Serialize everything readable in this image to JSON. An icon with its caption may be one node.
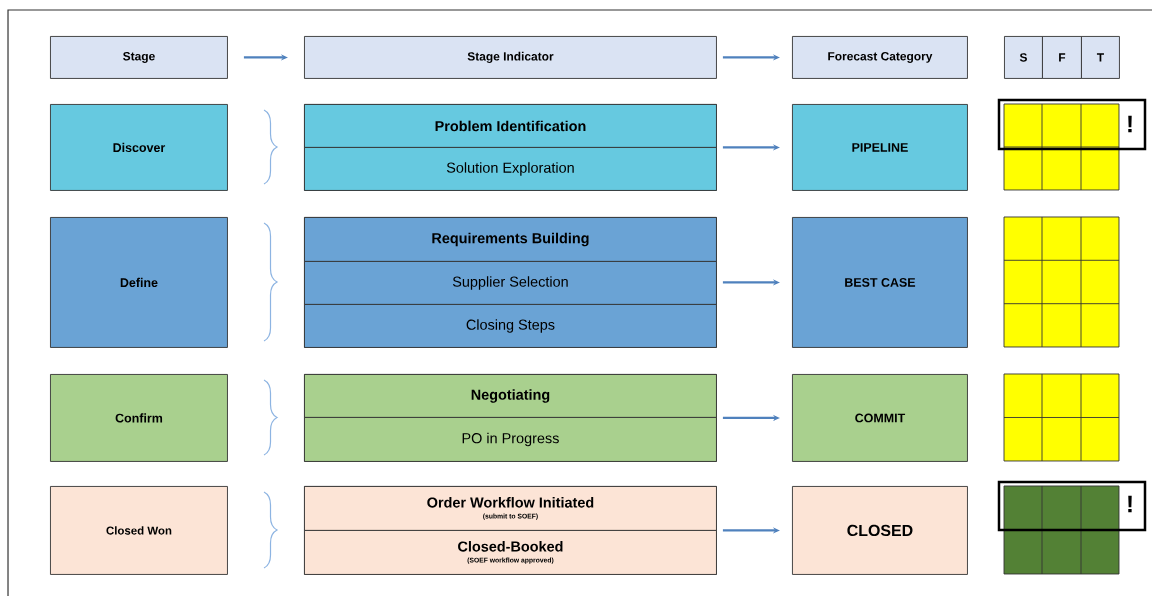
{
  "diagram": {
    "nodes": [
      {
        "text": [
          "Stage"
        ]
      },
      {
        "text": [
          "Stage Indicator"
        ]
      },
      {
        "text": [
          "Forecast Category"
        ]
      },
      {
        "text": [
          "S"
        ]
      },
      {
        "text": [
          "F"
        ]
      },
      {
        "text": [
          "T"
        ]
      },
      {
        "text": [
          "Discover"
        ]
      },
      {
        "text": [],
        "shape": "box"
      },
      {
        "text": [
          "Problem Identification"
        ],
        "in": 7
      },
      {
        "text": [
          "Solution Exploration"
        ],
        "in": 7
      },
      {
        "text": [
          "PIPELINE"
        ]
      },
      {
        "text": [
          "Define"
        ]
      },
      {
        "text": [],
        "shape": "box"
      },
      {
        "text": [
          "Requirements Building"
        ],
        "in": 12
      },
      {
        "text": [
          "Supplier Selection"
        ],
        "in": 12
      },
      {
        "text": [
          "Closing Steps"
        ],
        "in": 12
      },
      {
        "text": [
          "BEST CASE"
        ]
      },
      {
        "text": [
          "Confirm"
        ]
      },
      {
        "text": [],
        "shape": "box"
      },
      {
        "text": [
          "Negotiating"
        ],
        "in": 18
      },
      {
        "text": [
          "PO in Progress"
        ],
        "in": 18
      },
      {
        "text": [
          "COMMIT"
        ]
      },
      {
        "text": [
          "Closed Won"
        ]
      },
      {
        "text": [],
        "shape": "box"
      },
      {
        "text": [
          "Order Workflow Initiated",
          "(submit to SOEF)"
        ],
        "in": 23
      },
      {
        "text": [
          "Closed-Booked",
          "(SOEF workflow approved)"
        ],
        "in": 23
      },
      {
        "text": [
          "CLOSED"
        ]
      }
    ],
    "edges": [
      {
        "from": 0,
        "to": 1,
        "arrow": "to"
      },
      {
        "from": 1,
        "to": 2,
        "arrow": "to"
      },
      {
        "from": 7,
        "to": 10,
        "arrow": "to"
      },
      {
        "from": 12,
        "to": 16,
        "arrow": "to"
      },
      {
        "from": 18,
        "to": 21,
        "arrow": "to"
      },
      {
        "from": 23,
        "to": 26,
        "arrow": "to"
      }
    ],
    "labels": [
      "!",
      "!"
    ]
  }
}
